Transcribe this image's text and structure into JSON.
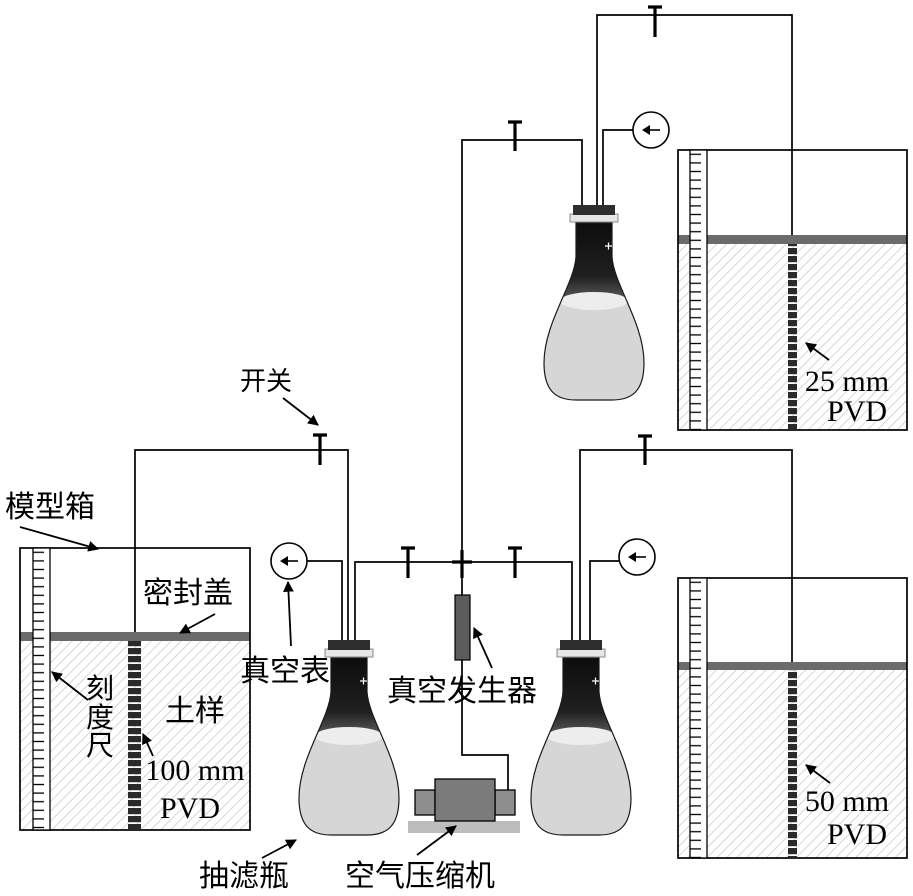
{
  "callouts": {
    "switch": "开关",
    "model_box": "模型箱",
    "sealing_cover": "密封盖",
    "vacuum_gauge": "真空表",
    "scale_ruler": [
      "刻",
      "度",
      "尺"
    ],
    "vacuum_generator": "真空发生器",
    "filter_flask": "抽滤瓶",
    "air_compressor": "空气压缩机"
  },
  "model_boxes": {
    "left": {
      "soil_label": "土样",
      "drain_size": "100 mm",
      "drain_label": "PVD"
    },
    "top_right": {
      "drain_size": "25 mm",
      "drain_label": "PVD"
    },
    "bottom_right": {
      "drain_size": "50 mm",
      "drain_label": "PVD"
    }
  },
  "colors": {
    "line": "#000000",
    "sealing_cover": "#6b6b6b",
    "soil_hatch": "#c2c2c2",
    "pvd_drain": "#2a2a2a",
    "vacuum_generator": "#5c5c5c",
    "compressor_body": "#7b7b7b",
    "compressor_end": "#8e8e8e",
    "compressor_base": "#bdbdbd",
    "flask_liquid": "#d6d6d6"
  }
}
